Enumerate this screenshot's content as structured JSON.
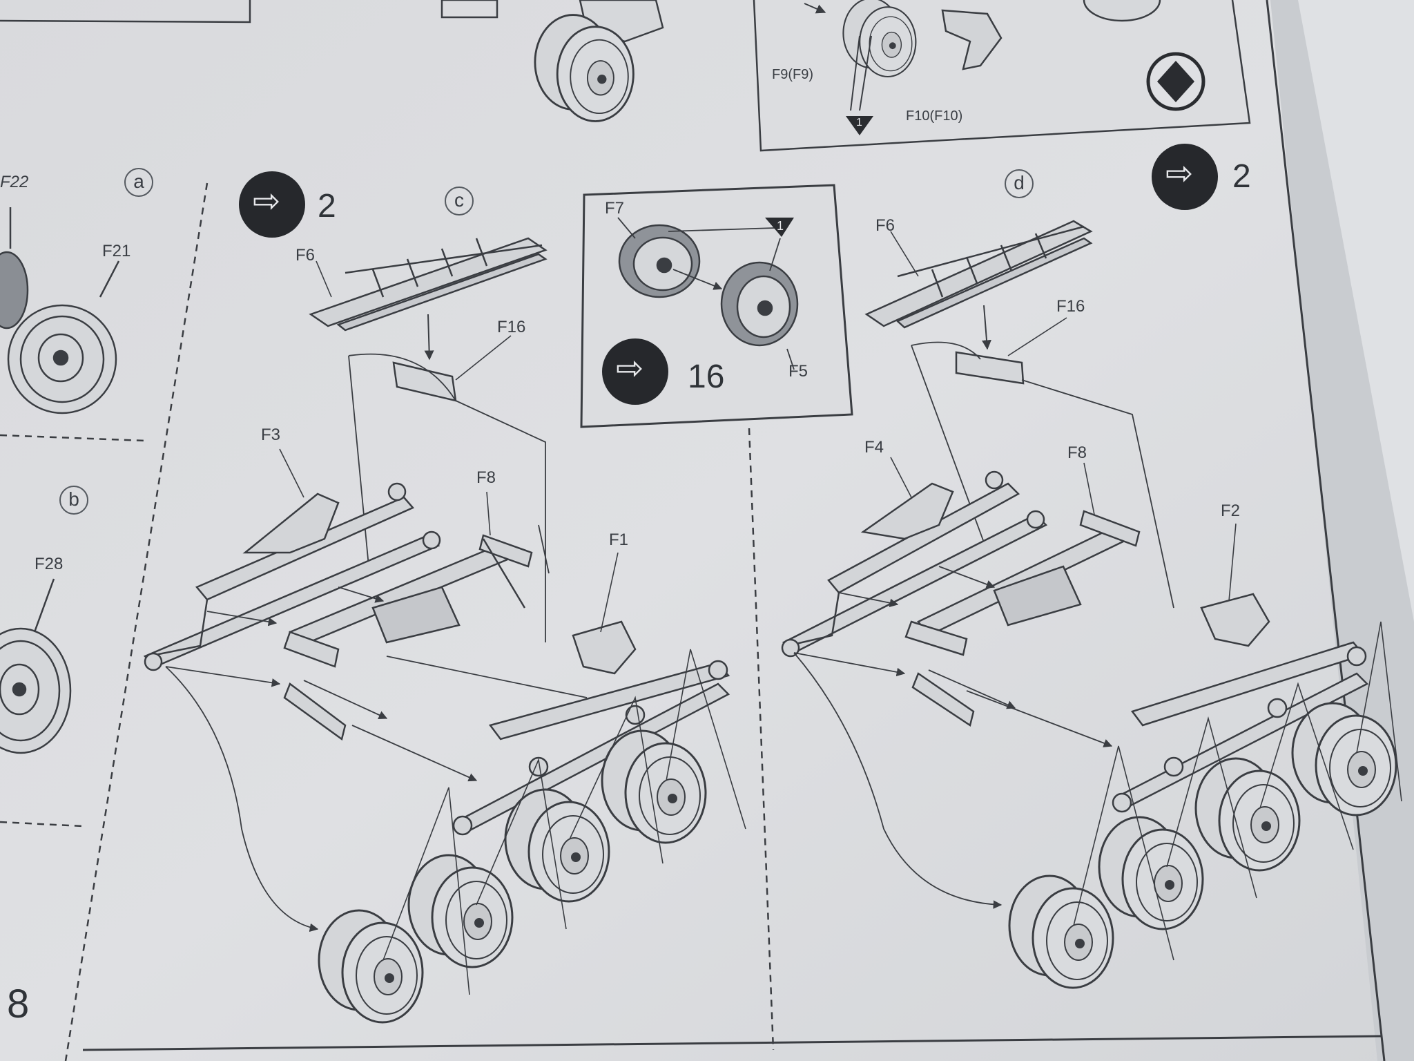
{
  "instructions": {
    "page_number": "8",
    "top_inset": {
      "labels": [
        "F9(F9)",
        "F10(F10)"
      ],
      "callout_number": "1"
    },
    "subassembly_a": {
      "letter": "a",
      "parts": [
        "F22",
        "F21"
      ]
    },
    "subassembly_b": {
      "letter": "b",
      "parts": [
        "F28"
      ]
    },
    "subassembly_c": {
      "letter": "c",
      "quantity": "2",
      "parts": [
        "F6",
        "F16",
        "F3",
        "F8",
        "F1"
      ]
    },
    "wheel_inset": {
      "parts": [
        "F7",
        "F5"
      ],
      "callout_number": "1",
      "quantity": "16"
    },
    "subassembly_d": {
      "letter": "d",
      "quantity": "2",
      "parts": [
        "F6",
        "F16",
        "F4",
        "F8",
        "F2"
      ]
    }
  }
}
